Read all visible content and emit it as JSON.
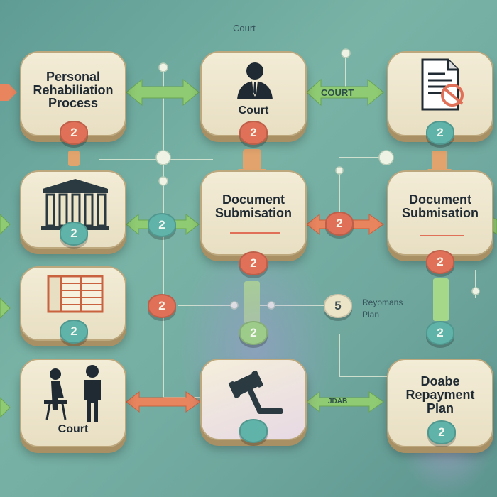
{
  "top_label": "Court",
  "arrow_label_top": "COURT",
  "arrow_label_bottom": "JDAB",
  "cards": {
    "r1c1": {
      "title_line1": "Personal",
      "title_line2": "Rehabiliation",
      "title_line3": "Process",
      "badge": "2"
    },
    "r1c2": {
      "title": "Court",
      "badge": "2"
    },
    "r1c3": {
      "badge": "2"
    },
    "r2c1": {
      "badge": "2"
    },
    "r2c2": {
      "title_line1": "Document",
      "title_line2": "Submisation",
      "badge": "2"
    },
    "r2c3": {
      "title_line1": "Document",
      "title_line2": "Submisation",
      "badge": "2"
    },
    "r3c1": {
      "badge": "2"
    },
    "r4c1": {
      "title": "Court"
    },
    "r4c2": {},
    "r4c3": {
      "title_line1": "Doabe",
      "title_line2": "Repayment",
      "title_line3": "Plan",
      "badge": "2"
    }
  },
  "nodes": {
    "mid_r2": "2",
    "mid_r3": "2",
    "mid_r2b": "2",
    "r3_mid": "2",
    "r3_right": "2",
    "repay_node": "5"
  },
  "side_label": {
    "line1": "Reyomans",
    "line2": "Plan"
  },
  "colors": {
    "red": "#e07057",
    "teal": "#5fb3a9",
    "green": "#9dcc8a",
    "cream": "#ece4c6"
  }
}
